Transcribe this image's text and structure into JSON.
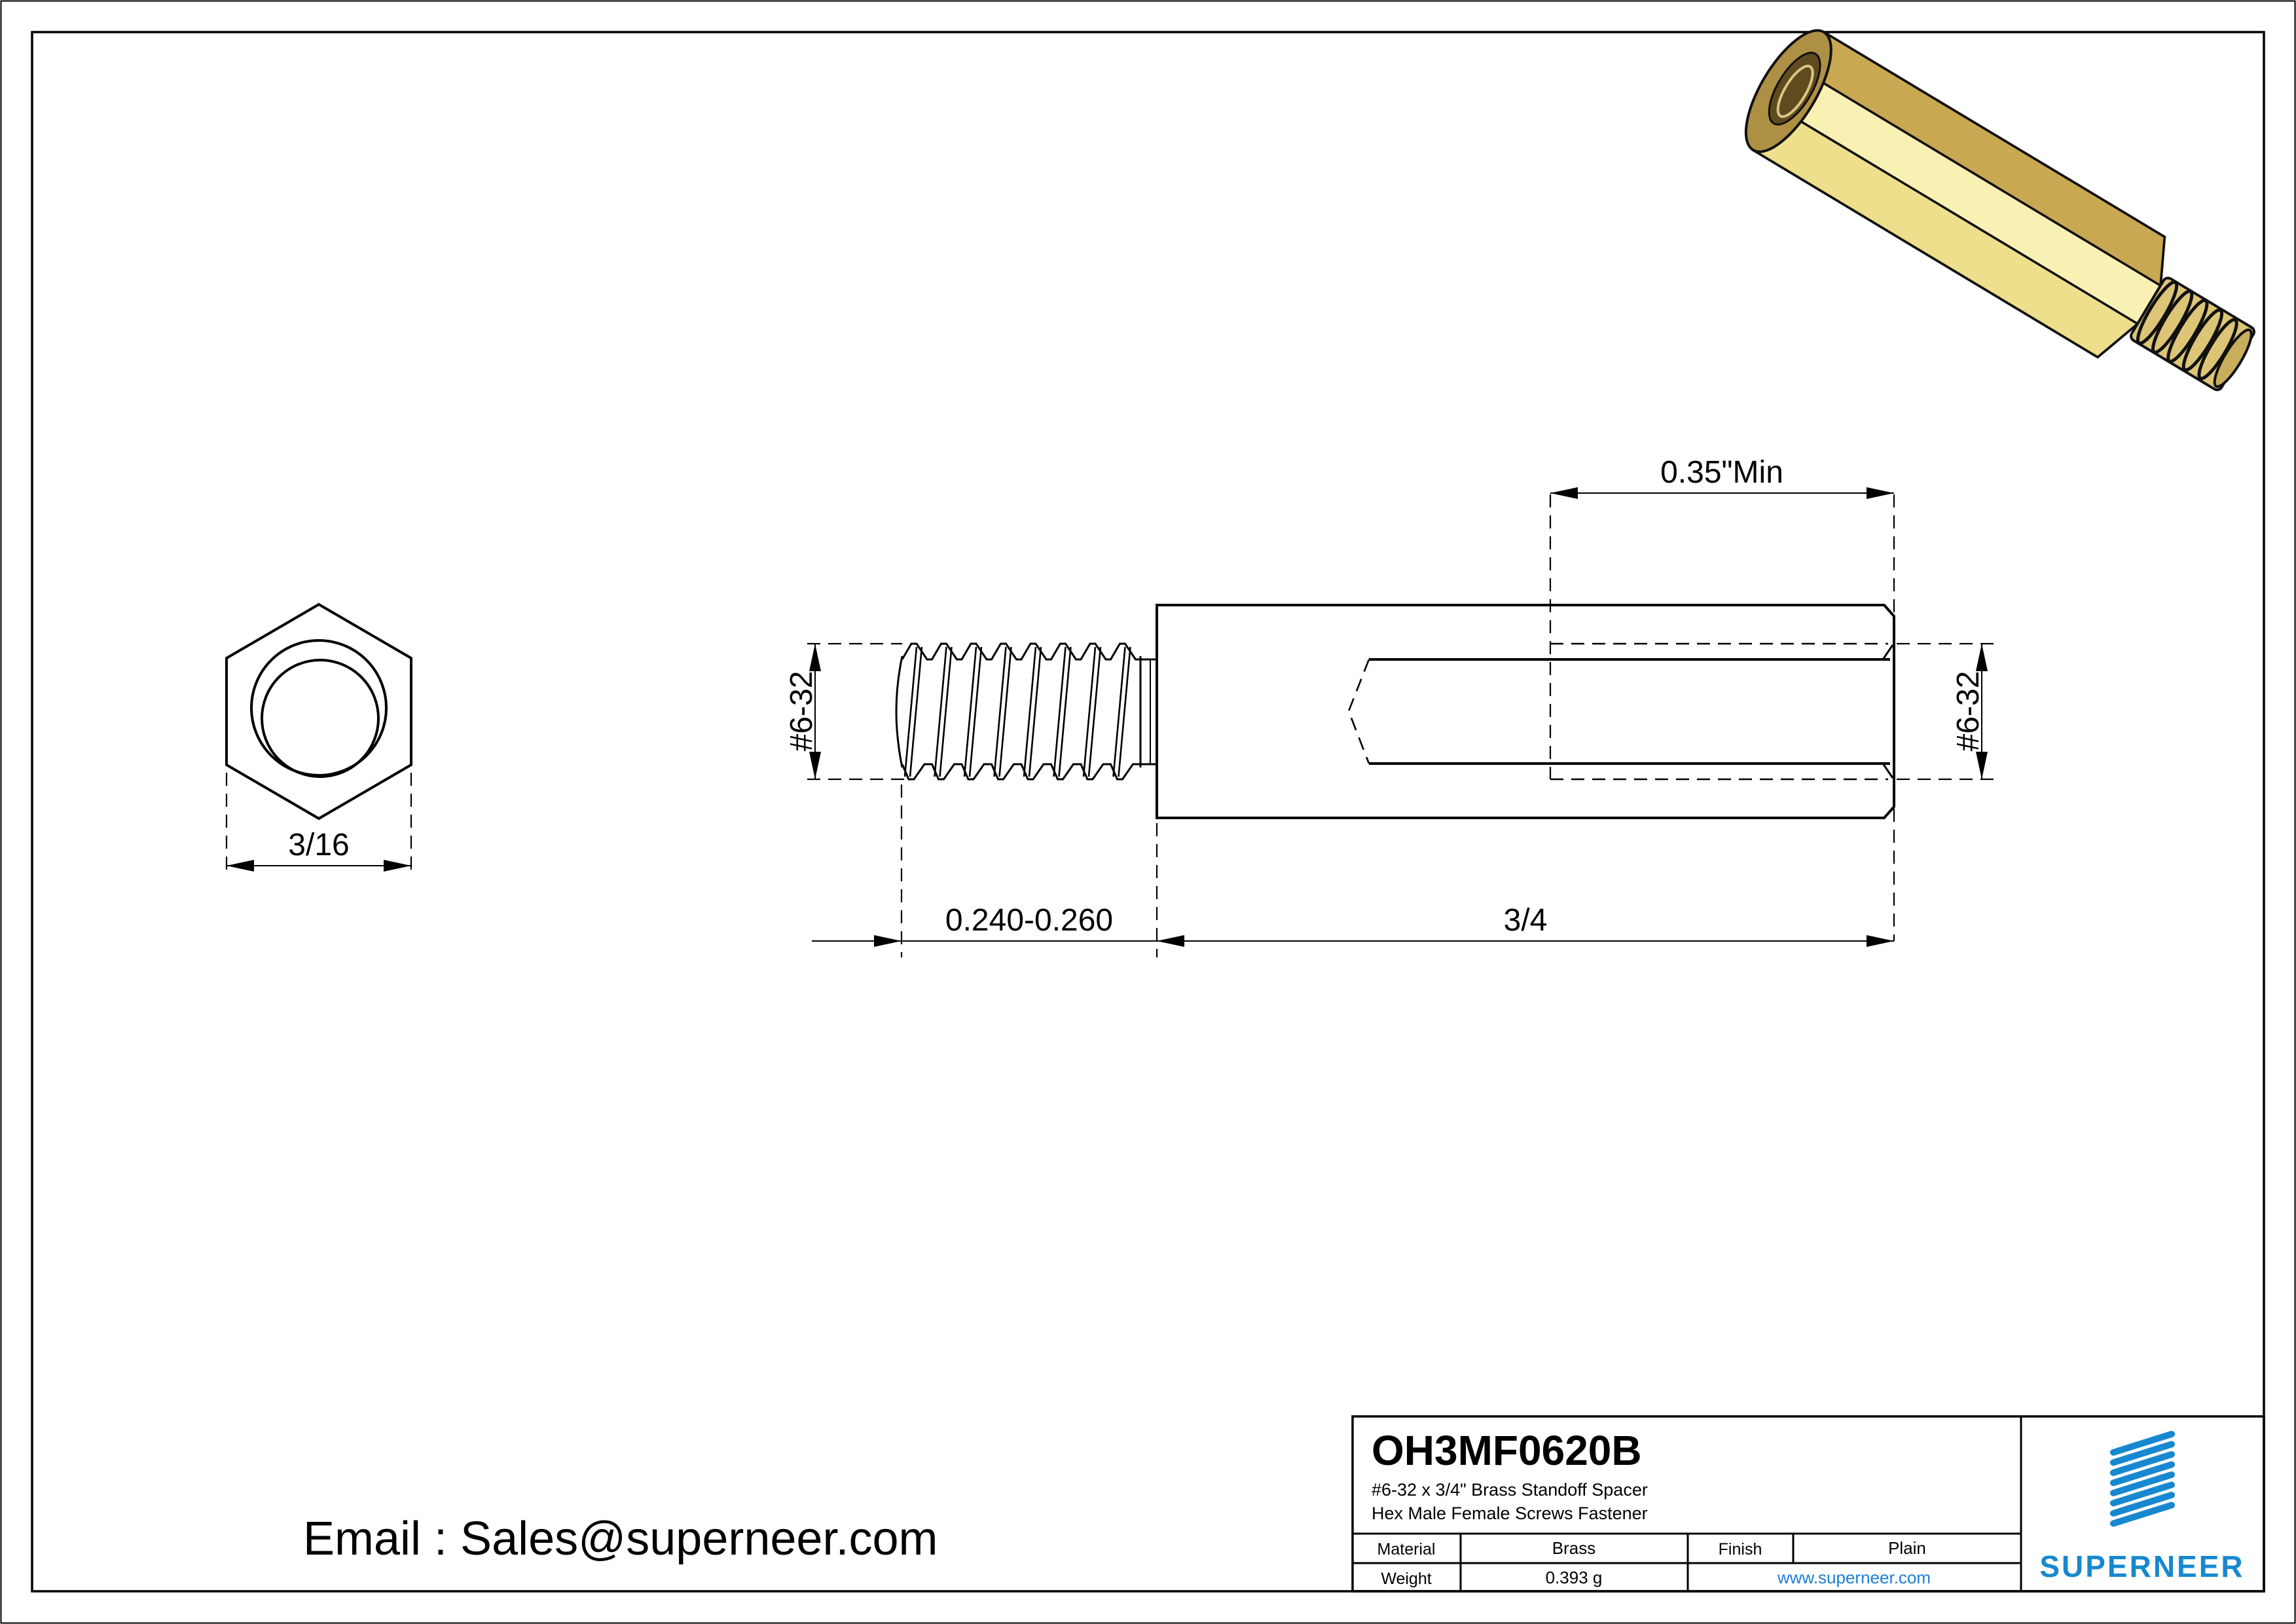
{
  "page": {
    "email": "Email : Sales@superneer.com"
  },
  "views": {
    "hex_end_view": {
      "width_dim": "3/16"
    },
    "side_view": {
      "male_thread_dim": "#6-32",
      "female_thread_dim": "#6-32",
      "thread_depth_dim": "0.35\"Min",
      "stud_length_dim": "0.240-0.260",
      "body_length_dim": "3/4"
    }
  },
  "title_block": {
    "part_number": "OH3MF0620B",
    "description_line1": "#6-32 x 3/4\" Brass Standoff Spacer",
    "description_line2": "Hex Male Female Screws Fastener",
    "material_label": "Material",
    "material_value": "Brass",
    "finish_label": "Finish",
    "finish_value": "Plain",
    "weight_label": "Weight",
    "weight_value": "0.393 g",
    "website": "www.superneer.com",
    "brand": "SUPERNEER"
  },
  "icons": {
    "logo_stripes": "superneer-logo-stripes-icon"
  },
  "colors": {
    "brand_blue": "#1788d0",
    "link_blue": "#1b7fd6",
    "line_black": "#000000",
    "brass_dark_face": "#c9a852",
    "brass_light_face": "#f9f1b4",
    "brass_bottom_face": "#eddf8c",
    "brass_end_face": "#ae9045",
    "brass_hole": "#5e4b1e",
    "brass_stud": "#dcc577"
  }
}
